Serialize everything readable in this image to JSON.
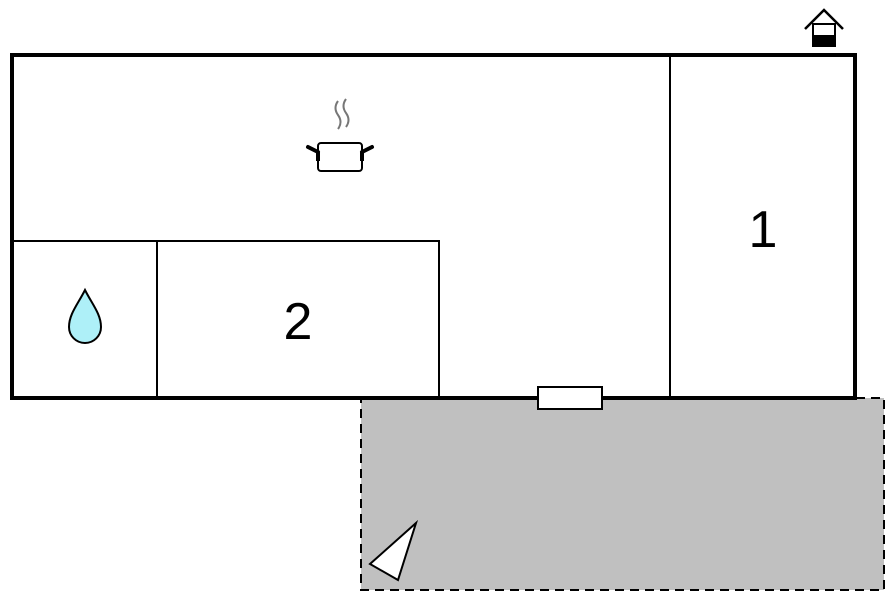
{
  "colors": {
    "wall": "#000000",
    "floor": "#ffffff",
    "terrace": "#c0c0c0",
    "water": "#aef0f8"
  },
  "rooms": [
    {
      "id": "bedroom-1",
      "label": "1"
    },
    {
      "id": "bedroom-2",
      "label": "2"
    },
    {
      "id": "kitchen-living",
      "label": ""
    },
    {
      "id": "bathroom",
      "label": ""
    }
  ],
  "icons": {
    "house": "house-entrance-icon",
    "kitchen": "cooking-pot-icon",
    "bathroom": "water-drop-icon",
    "door": "entrance-door-icon",
    "terrace": "terrace-sail-icon"
  }
}
